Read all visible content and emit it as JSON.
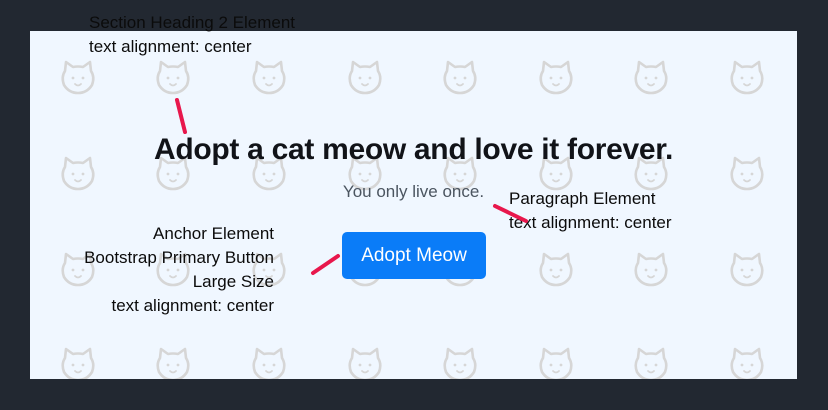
{
  "colors": {
    "frame_background": "#222831",
    "panel_background": "#f0f7ff",
    "button_background": "#0a7cf8",
    "annotation_line": "#e8174c",
    "pattern_icon": "#d6d6d6"
  },
  "pattern_icon": "cat-face-icon",
  "heading": "Adopt a cat meow and love it forever.",
  "subtext": "You only live once.",
  "button_label": "Adopt Meow",
  "annotations": {
    "heading": {
      "line1": "Section Heading 2 Element",
      "line2": "text alignment: center"
    },
    "paragraph": {
      "line1": "Paragraph Element",
      "line2": "text alignment: center"
    },
    "anchor": {
      "line1": "Anchor Element",
      "line2": "Bootstrap Primary Button",
      "line3": "Large Size",
      "line4": "text alignment: center"
    }
  }
}
